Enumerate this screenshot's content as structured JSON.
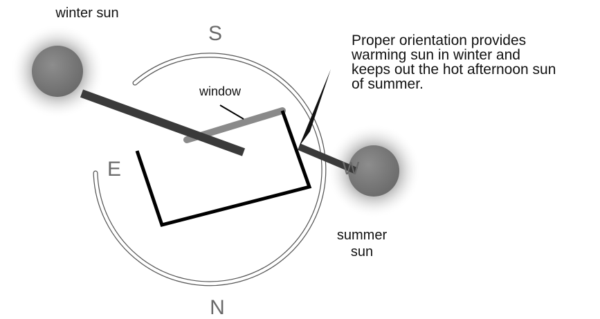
{
  "labels": {
    "winter_sun": "winter sun",
    "summer_sun_line1": "summer",
    "summer_sun_line2": "sun",
    "window": "window"
  },
  "compass": {
    "south": "S",
    "east": "E",
    "north": "N",
    "west": "W"
  },
  "caption": {
    "line1": "Proper orientation provides",
    "line2": "warming sun in winter and",
    "line3": "keeps out the hot afternoon sun",
    "line4": "of summer."
  },
  "colors": {
    "winter_sun_ray": "#3a3a3a",
    "summer_sun_ray": "#3a3a3a",
    "window_wall": "#8a8a8a",
    "house_walls": "#000000",
    "compass_ring": "#555555",
    "sun_core": "#7a7a7a",
    "sun_glow": "#9a9a9a",
    "shade_tree": "#111111"
  }
}
